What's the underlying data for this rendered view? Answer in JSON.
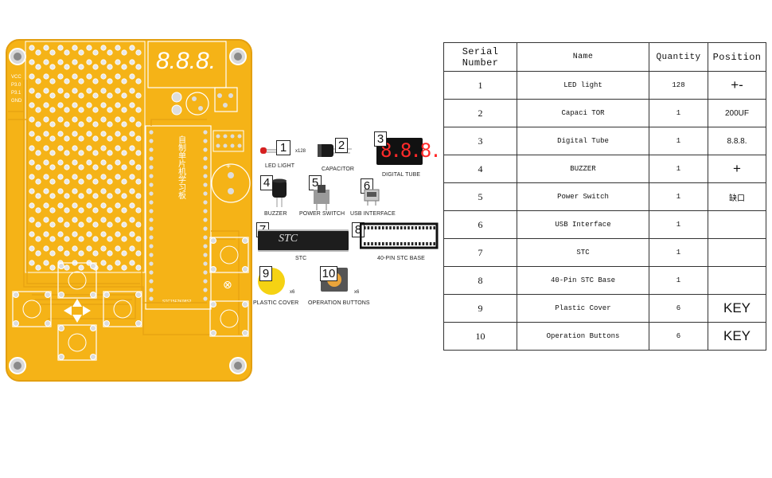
{
  "board": {
    "display_digits": "8.8.8.",
    "side_labels": [
      "VCC",
      "P3.0",
      "P3.1",
      "GND"
    ],
    "chip_marking": "STC15F2K08S2",
    "vertical_text": "自制单片机学习板"
  },
  "components": [
    {
      "num": "1",
      "label": "LED LIGHT",
      "qty": "x128"
    },
    {
      "num": "2",
      "label": "CAPACITOR",
      "qty": ""
    },
    {
      "num": "3",
      "label": "DIGITAL TUBE",
      "qty": "",
      "digits": "8.8.8."
    },
    {
      "num": "4",
      "label": "BUZZER",
      "qty": ""
    },
    {
      "num": "5",
      "label": "POWER SWITCH",
      "qty": ""
    },
    {
      "num": "6",
      "label": "USB INTERFACE",
      "qty": ""
    },
    {
      "num": "7",
      "label": "STC",
      "qty": "",
      "chip_text": "STC"
    },
    {
      "num": "8",
      "label": "40-PIN STC BASE",
      "qty": ""
    },
    {
      "num": "9",
      "label": "PLASTIC COVER",
      "qty": "x6"
    },
    {
      "num": "10",
      "label": "OPERATION BUTTONS",
      "qty": "x6"
    }
  ],
  "table": {
    "headers": [
      "Serial Number",
      "Name",
      "Quantity",
      "Position"
    ],
    "rows": [
      {
        "serial": "1",
        "name": "LED light",
        "quantity": "128",
        "position": "+-"
      },
      {
        "serial": "2",
        "name": "Capaci TOR",
        "quantity": "1",
        "position": "200UF"
      },
      {
        "serial": "3",
        "name": "Digital Tube",
        "quantity": "1",
        "position": "8.8.8."
      },
      {
        "serial": "4",
        "name": "BUZZER",
        "quantity": "1",
        "position": "+"
      },
      {
        "serial": "5",
        "name": "Power Switch",
        "quantity": "1",
        "position": "缺口"
      },
      {
        "serial": "6",
        "name": "USB Interface",
        "quantity": "1",
        "position": ""
      },
      {
        "serial": "7",
        "name": "STC",
        "quantity": "1",
        "position": ""
      },
      {
        "serial": "8",
        "name": "40-Pin STC Base",
        "quantity": "1",
        "position": ""
      },
      {
        "serial": "9",
        "name": "Plastic Cover",
        "quantity": "6",
        "position": "KEY"
      },
      {
        "serial": "10",
        "name": "Operation Buttons",
        "quantity": "6",
        "position": "KEY"
      }
    ]
  },
  "colors": {
    "pcb": "#f5b317",
    "pcb_edge": "#e09d0c",
    "silk": "#ffffff"
  }
}
